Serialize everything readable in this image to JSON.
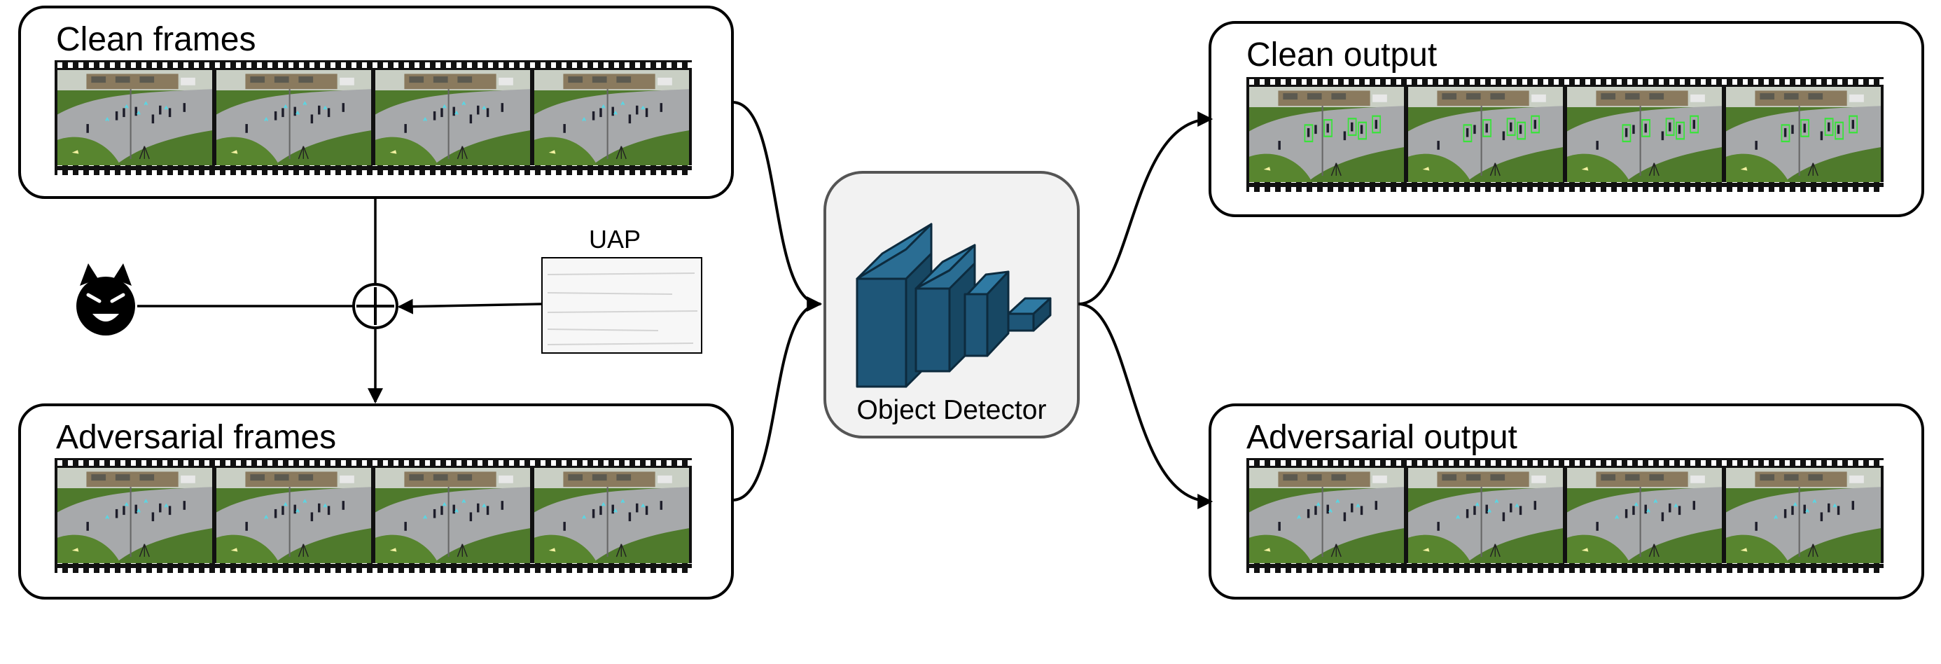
{
  "panels": {
    "clean_frames": {
      "title": "Clean frames"
    },
    "adversarial_frames": {
      "title": "Adversarial frames"
    },
    "clean_output": {
      "title": "Clean output"
    },
    "adversarial_output": {
      "title": "Adversarial output"
    }
  },
  "uap": {
    "label": "UAP"
  },
  "detector": {
    "label": "Object Detector"
  },
  "attacker": {
    "icon": "devil-icon"
  },
  "colors": {
    "stroke": "#000000",
    "detector_fill": "#1e5678",
    "detector_box_bg": "#f2f2f2",
    "grass": "#4f7a2c",
    "road": "#a7a9ab",
    "building": "#8a7a5e",
    "sky": "#c9cfc4",
    "bbox_green": "#39e33a",
    "bbox_cyan": "#56d8e6"
  }
}
